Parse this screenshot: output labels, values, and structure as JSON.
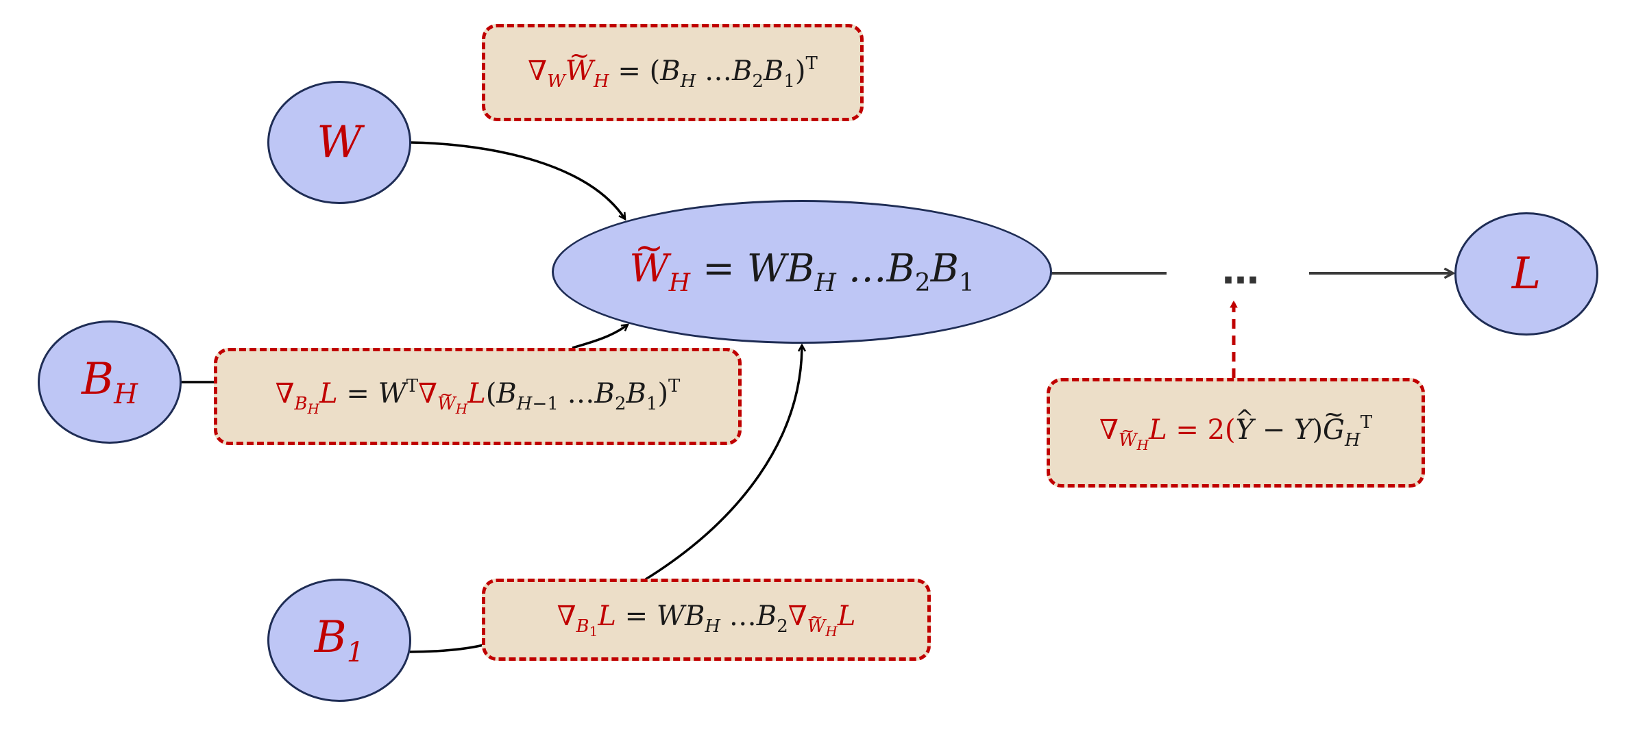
{
  "nodes": {
    "w": "W",
    "bh_base": "B",
    "bh_sub": "H",
    "b1_base": "B",
    "b1_sub": "1",
    "l": "L"
  },
  "center": {
    "lhs_base": "W",
    "lhs_sub": "H",
    "rhs": "= WB",
    "rhs_sub1": "H",
    "rhs_mid": " …B",
    "rhs_sub2": "2",
    "rhs_end": "B",
    "rhs_sub3": "1"
  },
  "ellipsis": "…",
  "colors": {
    "node_fill": "#bec6f5",
    "node_border": "#1f2d55",
    "box_fill": "#ecdec8",
    "box_border": "#c00000",
    "highlight": "#c00000"
  }
}
